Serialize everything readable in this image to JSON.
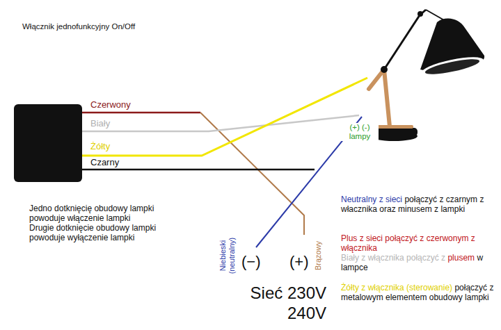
{
  "diagram": {
    "title": "Włącznik jednofunkcyjny On/Off",
    "labels": [
      "Czerwony",
      "Biały",
      "Żółty",
      "Czarny",
      "(+) (-) lampy",
      "Jedno dotknięcię obudowy lampki powoduje włączenie lampki",
      "Drugie dotknięcie obudowy lampki powoduje wyłączenie lampki",
      "Niebieski (neutralny)",
      "Brązowy",
      "(−)",
      "(+)",
      "Sieć 230V 240V",
      "Neutralny z sieci",
      "połączyć z czarnym z włacznika oraz minusem z lampki",
      "Plus z sieci połączyć z czerwonym z włącznika",
      "Biały z włącznika połączyć z",
      "plusem",
      "w lampce",
      "Żółty z włącznika (sterowanie)",
      "połączyć z metalowym elementem obudowy lampki"
    ]
  }
}
